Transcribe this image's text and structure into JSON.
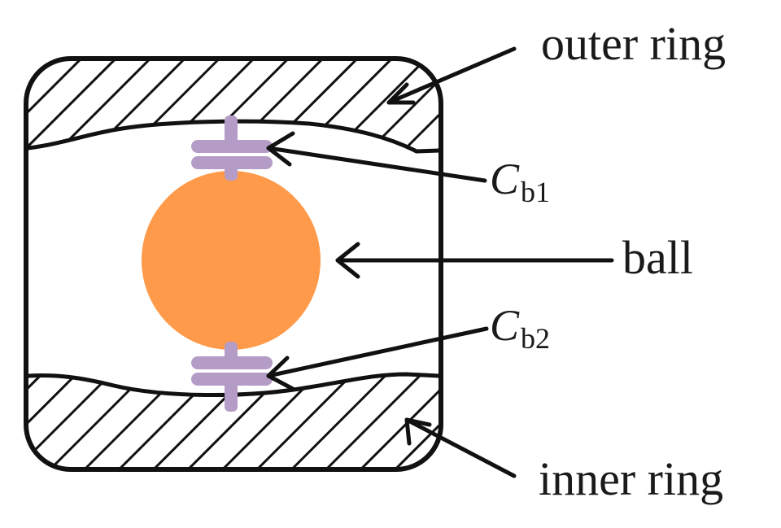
{
  "labels": {
    "outer_ring": "outer ring",
    "cb1_main": "C",
    "cb1_sub": "b1",
    "ball": "ball",
    "cb2_main": "C",
    "cb2_sub": "b2",
    "inner_ring": "inner ring"
  },
  "colors": {
    "ball": "#ff9a4a",
    "capacitor": "#b49cc6",
    "outline": "#111111",
    "hatch": "#111111",
    "background": "#ffffff"
  }
}
